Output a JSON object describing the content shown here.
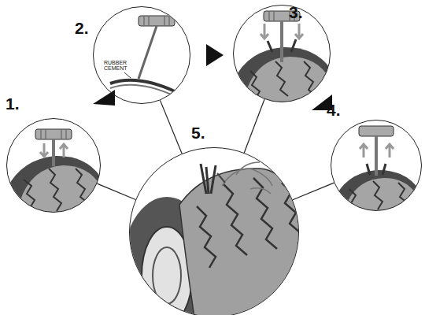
{
  "diagram": {
    "nodes": [
      {
        "text": [
          "1."
        ]
      },
      {
        "text": [
          "2.",
          "RUBBER CEMENT"
        ]
      },
      {
        "text": [
          "3."
        ]
      },
      {
        "text": [
          "4."
        ]
      },
      {
        "text": [
          "5."
        ]
      }
    ],
    "edges": [
      {
        "from": 4,
        "to": 0,
        "arrow": "none"
      },
      {
        "from": 4,
        "to": 1,
        "arrow": "none"
      },
      {
        "from": 4,
        "to": 2,
        "arrow": "none"
      },
      {
        "from": 4,
        "to": 3,
        "arrow": "none"
      }
    ]
  }
}
